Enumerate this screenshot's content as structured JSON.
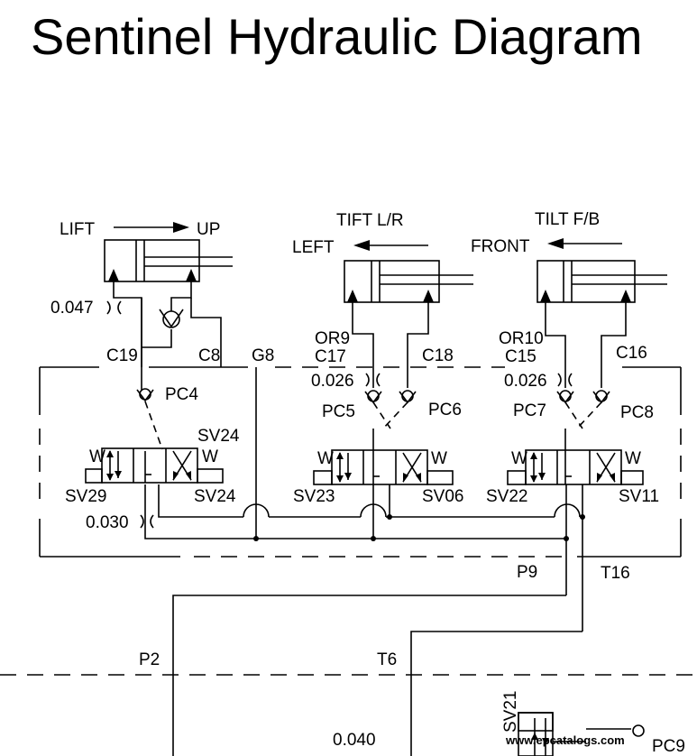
{
  "title": "Sentinel Hydraulic Diagram",
  "cylinders": {
    "lift": {
      "name": "LIFT",
      "direction": "UP"
    },
    "tift": {
      "name": "TIFT  L/R",
      "direction": "LEFT"
    },
    "tilt": {
      "name": "TILT  F/B",
      "direction": "FRONT"
    }
  },
  "orifices": {
    "o1": "0.047",
    "o2": "0.026",
    "o3": "0.026",
    "o4": "0.030",
    "o5": "0.040",
    "or9": "OR9",
    "or10": "OR10"
  },
  "ports": {
    "c19": "C19",
    "c8": "C8",
    "g8": "G8",
    "c17": "C17",
    "c18": "C18",
    "c15": "C15",
    "c16": "C16",
    "p9": "P9",
    "t16": "T16",
    "p2": "P2",
    "t6": "T6"
  },
  "checks": {
    "pc4": "PC4",
    "pc5": "PC5",
    "pc6": "PC6",
    "pc7": "PC7",
    "pc8": "PC8",
    "pc9": "PC9"
  },
  "valves": {
    "sv24_top": "SV24",
    "sv29": "SV29",
    "sv24": "SV24",
    "sv23": "SV23",
    "sv06": "SV06",
    "sv22": "SV22",
    "sv11": "SV11",
    "sv21": "SV21",
    "w": "W"
  },
  "watermark": "www.epcatalogs.com"
}
